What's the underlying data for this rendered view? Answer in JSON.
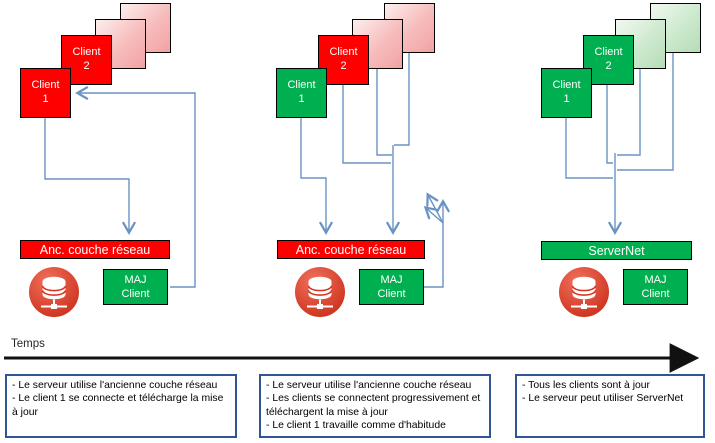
{
  "colors": {
    "client_outdated": "#fe0000",
    "client_updated": "#00b050",
    "network_old_bar": "#fe0000",
    "network_new_bar": "#00b050",
    "connector_line": "#6a93c4",
    "note_border": "#2e5595",
    "timeline_arrow": "#111111",
    "server_icon": "#d23420"
  },
  "icons": {
    "server": "database-server-icon"
  },
  "timeline": {
    "label": "Temps"
  },
  "phases": [
    {
      "network_label": "Anc. couche réseau",
      "maj": {
        "line1": "MAJ",
        "line2": "Client"
      },
      "client1": {
        "line1": "Client",
        "line2": "1",
        "state": "outdated"
      },
      "client2": {
        "line1": "Client",
        "line2": "2",
        "state": "outdated"
      },
      "notes": [
        "- Le serveur utilise l'ancienne couche réseau",
        "- Le client 1 se connecte et télécharge la mise à jour"
      ]
    },
    {
      "network_label": "Anc. couche réseau",
      "maj": {
        "line1": "MAJ",
        "line2": "Client"
      },
      "client1": {
        "line1": "Client",
        "line2": "1",
        "state": "updated"
      },
      "client2": {
        "line1": "Client",
        "line2": "2",
        "state": "outdated"
      },
      "notes": [
        "- Le serveur utilise l'ancienne couche réseau",
        "- Les clients se connectent progressivement et téléchargent la mise à jour",
        "- Le client 1 travaille comme d'habitude"
      ]
    },
    {
      "network_label": "ServerNet",
      "maj": {
        "line1": "MAJ",
        "line2": "Client"
      },
      "client1": {
        "line1": "Client",
        "line2": "1",
        "state": "updated"
      },
      "client2": {
        "line1": "Client",
        "line2": "2",
        "state": "updated"
      },
      "notes": [
        "- Tous les clients sont à jour",
        "- Le serveur peut utiliser ServerNet"
      ]
    }
  ]
}
